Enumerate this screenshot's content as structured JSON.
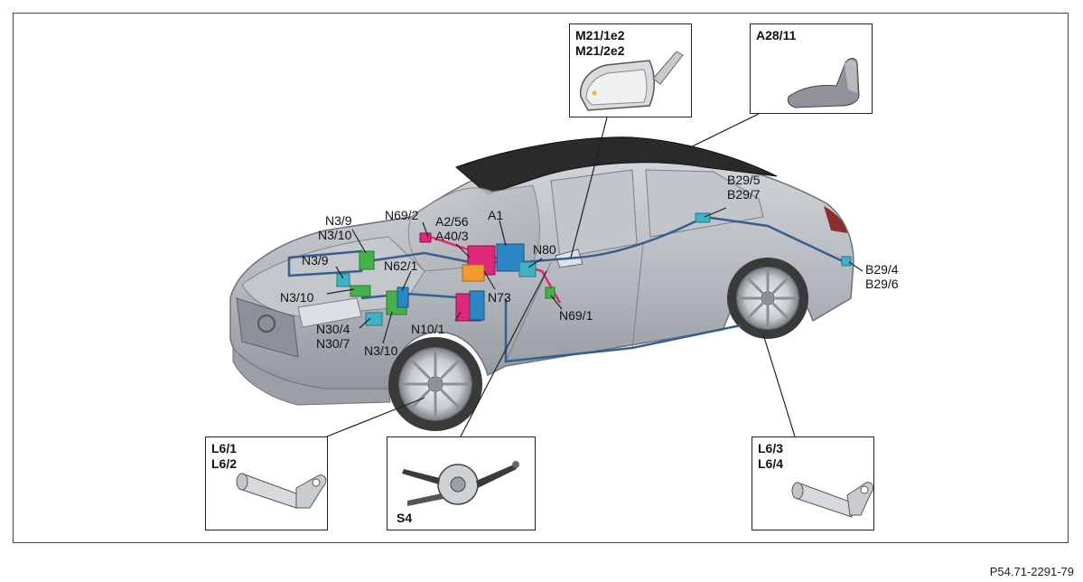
{
  "insets": {
    "mirror": {
      "lines": [
        "M21/1e2",
        "M21/2e2"
      ]
    },
    "antenna": {
      "lines": [
        "A28/11"
      ]
    },
    "front_sensor": {
      "lines": [
        "L6/1",
        "L6/2"
      ]
    },
    "switch": {
      "lines": [
        "S4"
      ]
    },
    "rear_sensor": {
      "lines": [
        "L6/3",
        "L6/4"
      ]
    }
  },
  "labels": [
    {
      "id": "n3-9-a",
      "text": "N3/9"
    },
    {
      "id": "n3-10-a",
      "text": "N3/10"
    },
    {
      "id": "n3-9-b",
      "text": "N3/9"
    },
    {
      "id": "n3-10-b",
      "text": "N3/10"
    },
    {
      "id": "n69-2",
      "text": "N69/2"
    },
    {
      "id": "a2-56",
      "text": "A2/56"
    },
    {
      "id": "a40-3",
      "text": "A40/3"
    },
    {
      "id": "a1",
      "text": "A1"
    },
    {
      "id": "n80",
      "text": "N80"
    },
    {
      "id": "n62-1",
      "text": "N62/1"
    },
    {
      "id": "n73",
      "text": "N73"
    },
    {
      "id": "n30-4",
      "text": "N30/4"
    },
    {
      "id": "n30-7",
      "text": "N30/7"
    },
    {
      "id": "n3-10-c",
      "text": "N3/10"
    },
    {
      "id": "n10-1",
      "text": "N10/1"
    },
    {
      "id": "n69-1",
      "text": "N69/1"
    },
    {
      "id": "b29-5",
      "text": "B29/5"
    },
    {
      "id": "b29-7",
      "text": "B29/7"
    },
    {
      "id": "b29-4",
      "text": "B29/4"
    },
    {
      "id": "b29-6",
      "text": "B29/6"
    }
  ],
  "reference": "P54.71-2291-79",
  "colors": {
    "car_body": "#b9bdc2",
    "roof": "#2a2a2a",
    "wiring": "#355f8f",
    "module_pink": "#e0287a",
    "module_blue": "#2b86c5",
    "module_green": "#46b04a",
    "module_cyan": "#3fb2c8"
  }
}
